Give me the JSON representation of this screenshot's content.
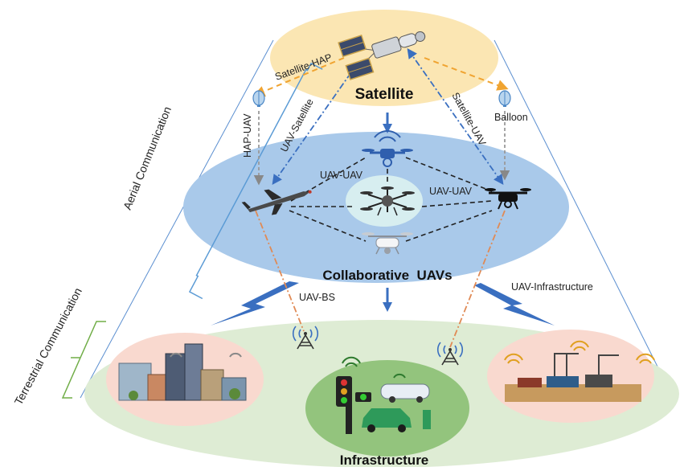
{
  "diagram": {
    "layers": {
      "satellite": "Satellite",
      "uavs": "Collaborative  UAVs",
      "infrastructure": "Infrastructure"
    },
    "links": {
      "satellite_hap": "Satellite-HAP",
      "balloon": "Balloon",
      "hap_uav": "HAP-UAV",
      "uav_satellite": "UAV-Satellite",
      "satellite_uav": "Satellite-UAV",
      "uav_uav_left": "UAV-UAV",
      "uav_uav_right": "UAV-UAV",
      "uav_bs": "UAV-BS",
      "uav_infrastructure": "UAV-Infrastructure"
    },
    "side_labels": {
      "aerial": "Aerial Communication",
      "terrestrial": "Terrestrial Communication"
    },
    "colors": {
      "satellite_ellipse": "#fbe6b3",
      "uav_ellipse": "#a9c9ea",
      "ground_ellipse": "#deecd4",
      "link_orange": "#f0a431",
      "link_blue": "#3a6fc0",
      "link_bs": "#e08a55",
      "brace_blue": "#5b9bd5",
      "brace_green": "#70ad47"
    }
  }
}
